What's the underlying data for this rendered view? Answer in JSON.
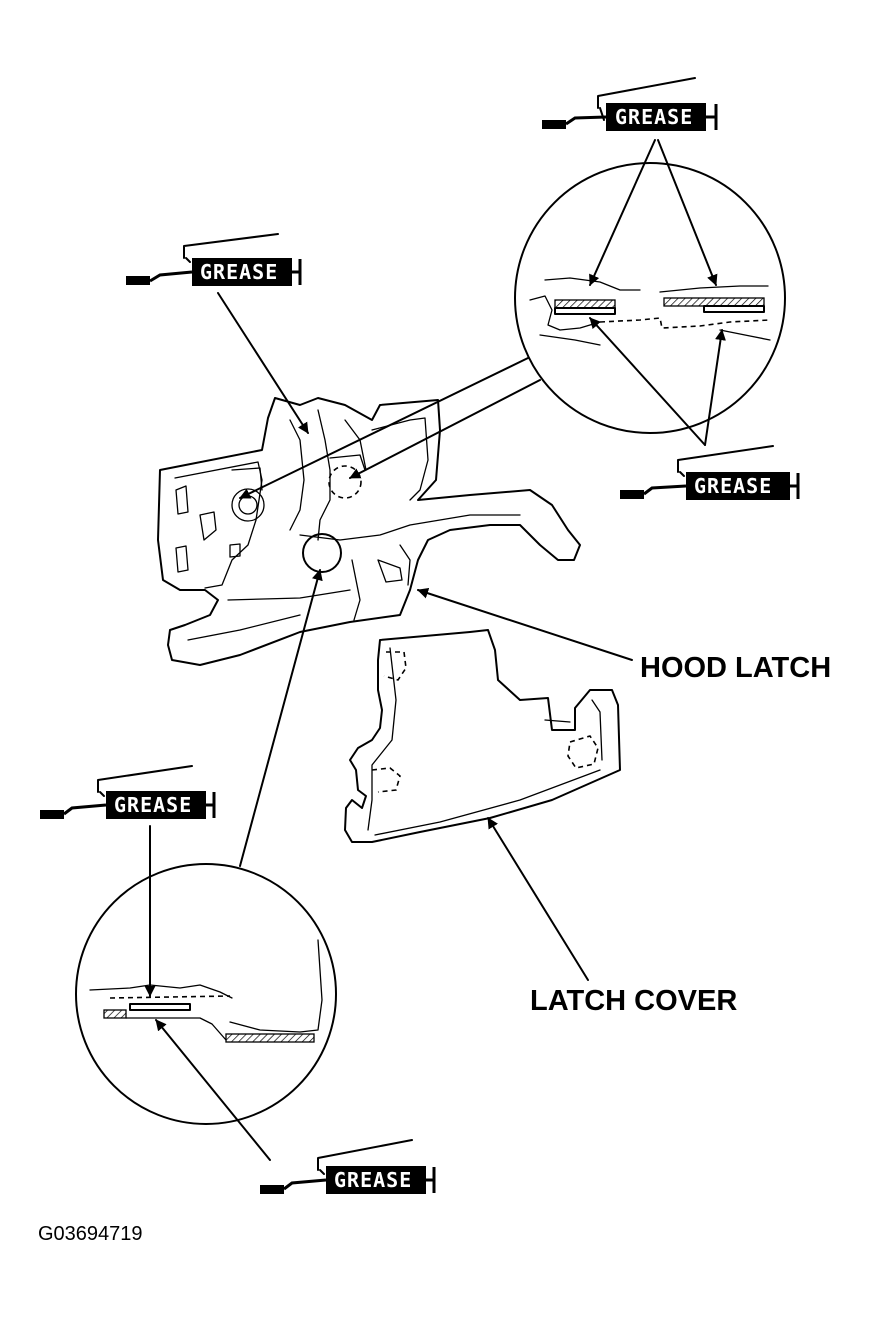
{
  "figure_code": "G03694719",
  "labels": {
    "hood_latch": "HOOD LATCH",
    "latch_cover": "LATCH COVER"
  },
  "grease_tags": [
    {
      "id": "grease-top-right",
      "text": "GREASE"
    },
    {
      "id": "grease-left",
      "text": "GREASE"
    },
    {
      "id": "grease-right-lower",
      "text": "GREASE"
    },
    {
      "id": "grease-bottom-left-upper",
      "text": "GREASE"
    },
    {
      "id": "grease-bottom",
      "text": "GREASE"
    }
  ]
}
